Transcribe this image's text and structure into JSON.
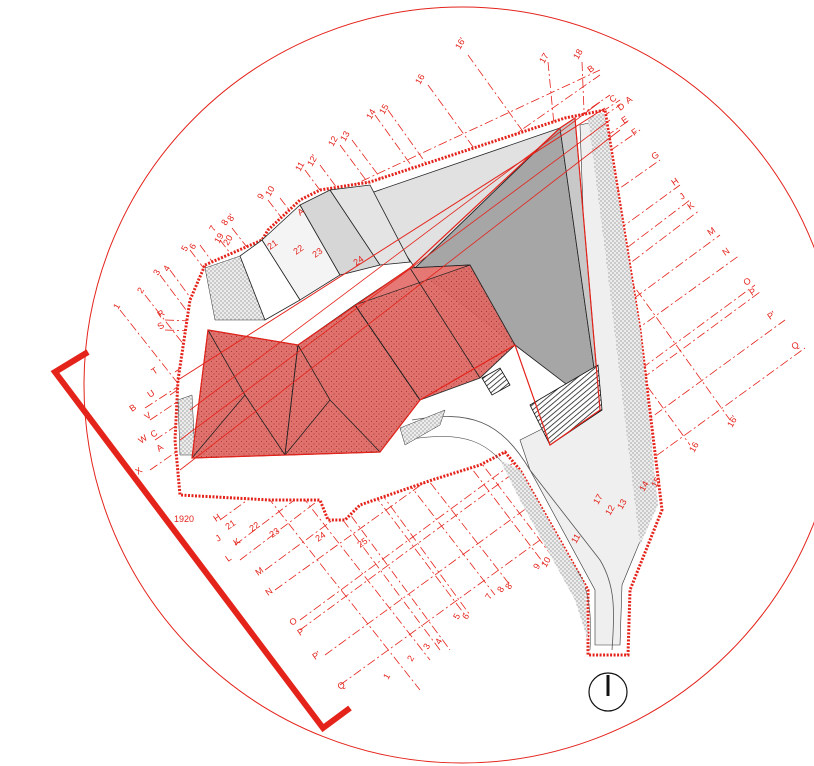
{
  "colors": {
    "accent": "#e4231b",
    "roof_red": "#e05a55",
    "roof_grey_dark": "#9a9a9a",
    "roof_grey_light": "#d8d8d8",
    "paving": "#efefef",
    "ink": "#111111"
  },
  "north_arrow": {
    "icon": "north-arrow-icon"
  },
  "grid_labels": {
    "top": [
      {
        "text": "16'"
      },
      {
        "text": "17"
      },
      {
        "text": "18"
      },
      {
        "text": "16"
      },
      {
        "text": "14"
      },
      {
        "text": "15"
      },
      {
        "text": "12"
      },
      {
        "text": "13"
      },
      {
        "text": "11"
      },
      {
        "text": "12'"
      },
      {
        "text": "9"
      },
      {
        "text": "10"
      },
      {
        "text": "7"
      },
      {
        "text": "8"
      },
      {
        "text": "8'"
      },
      {
        "text": "5"
      },
      {
        "text": "6"
      },
      {
        "text": "19"
      },
      {
        "text": "20"
      },
      {
        "text": "3"
      },
      {
        "text": "4"
      },
      {
        "text": "2"
      },
      {
        "text": "1"
      }
    ],
    "right": [
      {
        "text": "B"
      },
      {
        "text": "C"
      },
      {
        "text": "D"
      },
      {
        "text": "A"
      },
      {
        "text": "E"
      },
      {
        "text": "F"
      },
      {
        "text": "G"
      },
      {
        "text": "H"
      },
      {
        "text": "J"
      },
      {
        "text": "K"
      },
      {
        "text": "M"
      },
      {
        "text": "N"
      },
      {
        "text": "O"
      },
      {
        "text": "P"
      },
      {
        "text": "P'"
      },
      {
        "text": "Q"
      },
      {
        "text": "16'"
      },
      {
        "text": "16"
      }
    ],
    "left": [
      {
        "text": "R"
      },
      {
        "text": "S"
      },
      {
        "text": "T"
      },
      {
        "text": "U"
      },
      {
        "text": "B"
      },
      {
        "text": "V"
      },
      {
        "text": "W"
      },
      {
        "text": "C"
      },
      {
        "text": "X"
      },
      {
        "text": "A"
      }
    ],
    "bottom": [
      {
        "text": "19"
      },
      {
        "text": "20"
      },
      {
        "text": "H"
      },
      {
        "text": "21"
      },
      {
        "text": "22"
      },
      {
        "text": "J"
      },
      {
        "text": "K"
      },
      {
        "text": "L"
      },
      {
        "text": "23"
      },
      {
        "text": "24"
      },
      {
        "text": "25"
      },
      {
        "text": "M"
      },
      {
        "text": "N"
      },
      {
        "text": "O"
      },
      {
        "text": "P"
      },
      {
        "text": "P'"
      },
      {
        "text": "Q"
      },
      {
        "text": "1"
      },
      {
        "text": "2"
      },
      {
        "text": "3"
      },
      {
        "text": "4"
      },
      {
        "text": "5"
      },
      {
        "text": "6"
      },
      {
        "text": "7"
      },
      {
        "text": "8"
      },
      {
        "text": "8'"
      },
      {
        "text": "9"
      },
      {
        "text": "10"
      },
      {
        "text": "11"
      },
      {
        "text": "12"
      },
      {
        "text": "13"
      },
      {
        "text": "14"
      },
      {
        "text": "15"
      },
      {
        "text": "17"
      }
    ],
    "inner": [
      {
        "text": "21"
      },
      {
        "text": "22"
      },
      {
        "text": "23"
      },
      {
        "text": "24"
      },
      {
        "text": "A"
      }
    ]
  }
}
